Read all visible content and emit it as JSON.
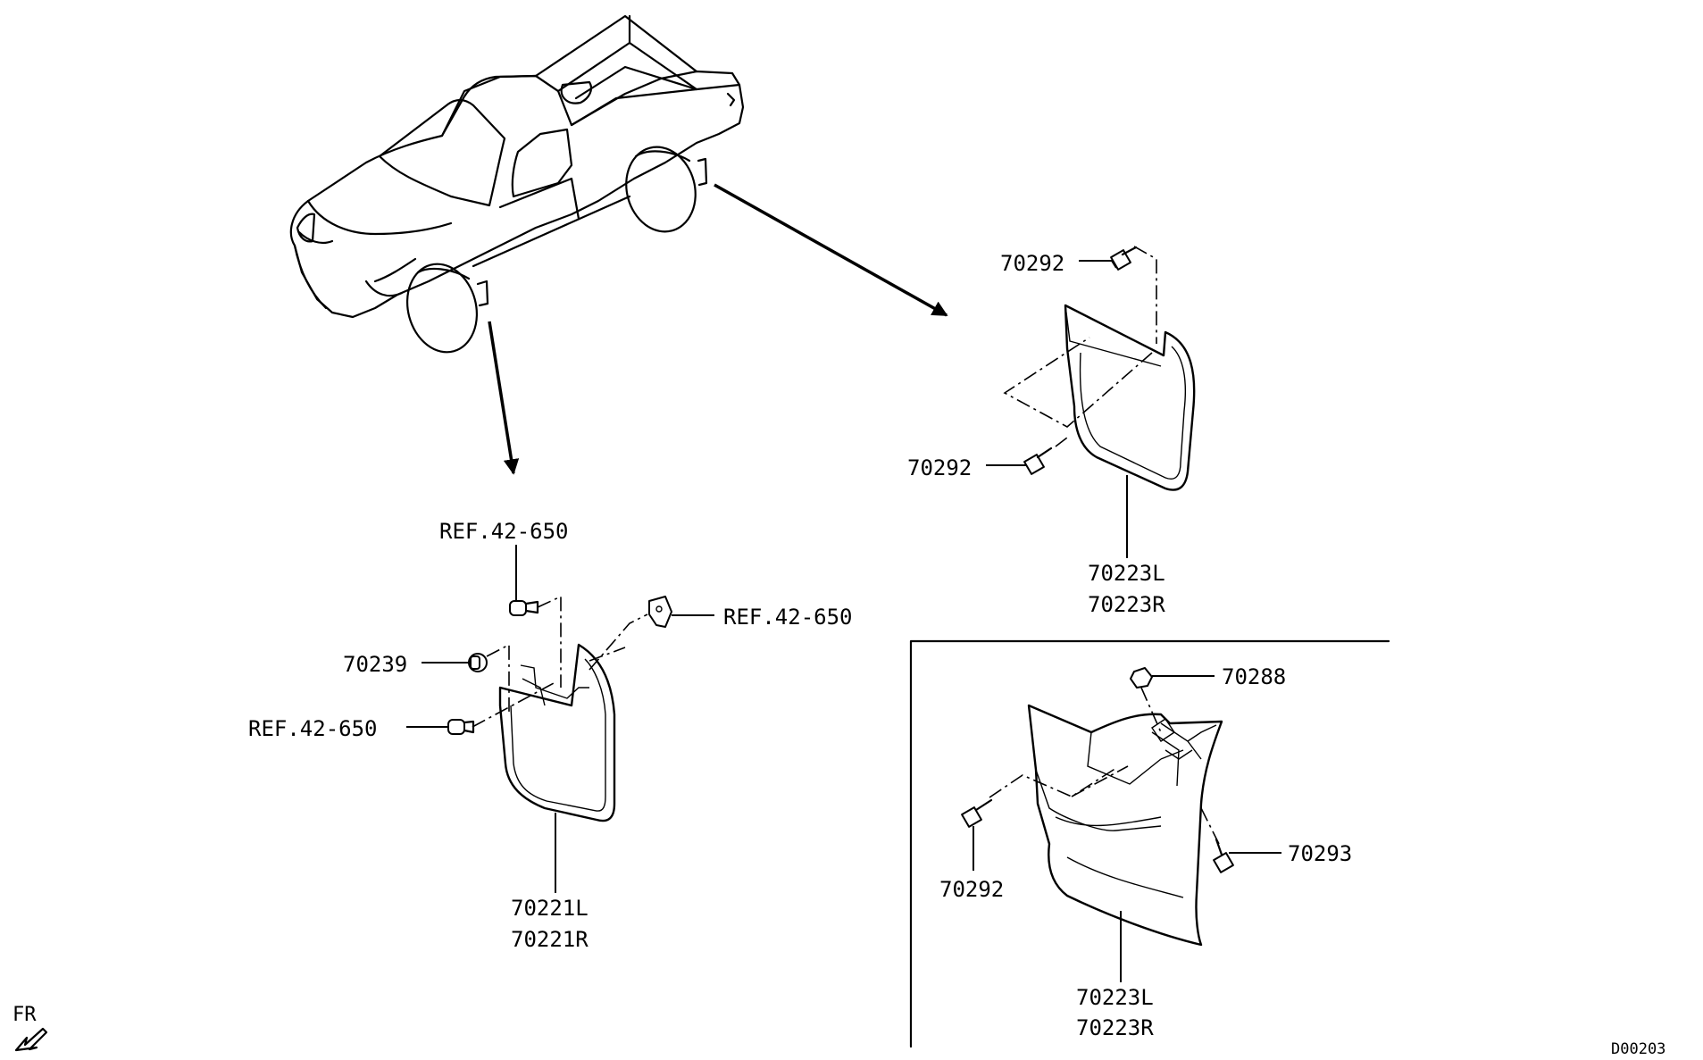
{
  "labels": {
    "rear_bolt_top": "70292",
    "rear_bolt_left": "70292",
    "rear_flap_l": "70223L",
    "rear_flap_r": "70223R",
    "front_ref_top": "REF.42-650",
    "front_ref_right": "REF.42-650",
    "front_clip": "70239",
    "front_ref_left": "REF.42-650",
    "front_flap_l": "70221L",
    "front_flap_r": "70221R",
    "inset_nut": "70288",
    "inset_screw": "70293",
    "inset_bolt": "70292",
    "inset_flap_l": "70223L",
    "inset_flap_r": "70223R",
    "fr_marker": "FR",
    "diagram_code": "D00203"
  }
}
